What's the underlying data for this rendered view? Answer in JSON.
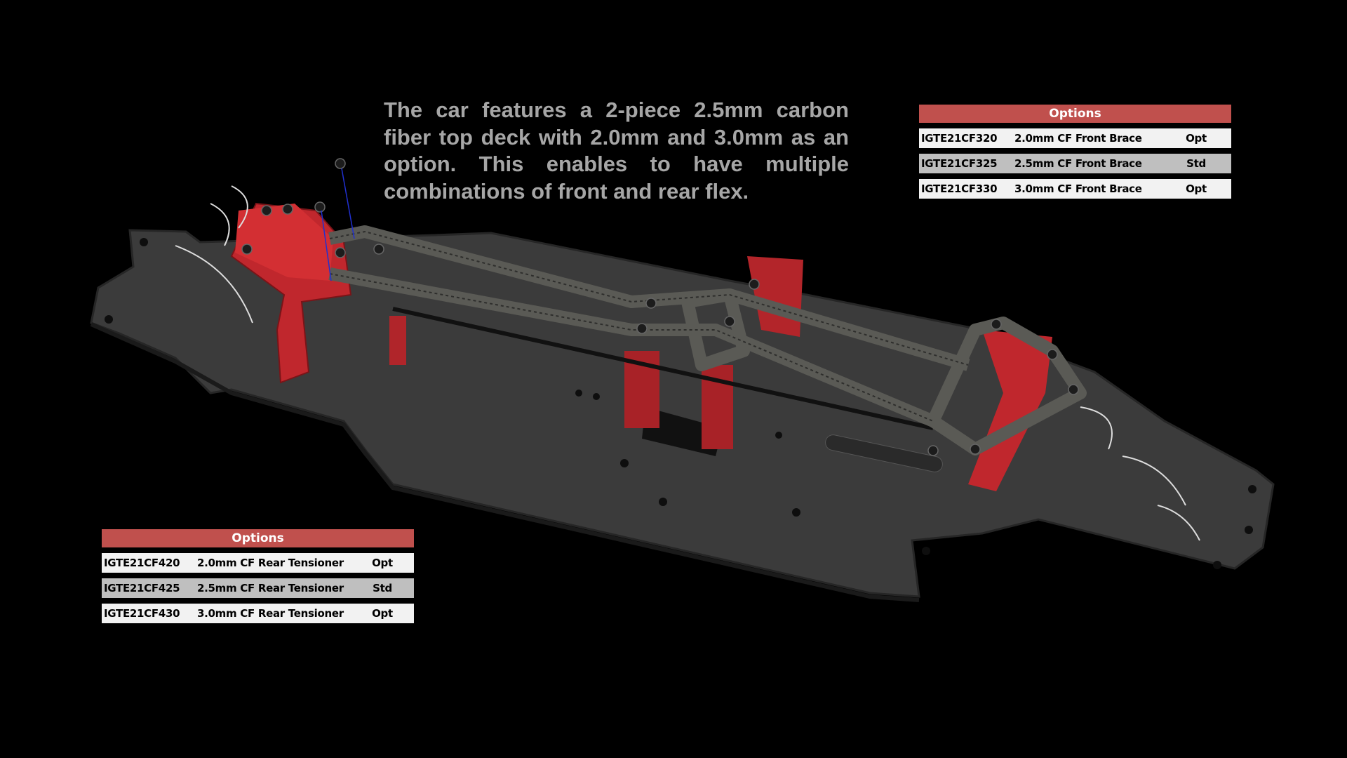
{
  "description": "The car features a 2-piece 2.5mm carbon fiber top deck with 2.0mm and 3.0mm as an option. This enables to have multiple combinations of front and rear flex.",
  "front_options": {
    "title": "Options",
    "rows": [
      {
        "part": "IGTE21CF320",
        "desc": "2.0mm CF Front Brace",
        "type": "Opt"
      },
      {
        "part": "IGTE21CF325",
        "desc": "2.5mm CF Front Brace",
        "type": "Std"
      },
      {
        "part": "IGTE21CF330",
        "desc": "3.0mm CF Front Brace",
        "type": "Opt"
      }
    ]
  },
  "rear_options": {
    "title": "Options",
    "rows": [
      {
        "part": "IGTE21CF420",
        "desc": "2.0mm CF Rear Tensioner",
        "type": "Opt"
      },
      {
        "part": "IGTE21CF425",
        "desc": "2.5mm CF Rear Tensioner",
        "type": "Std"
      },
      {
        "part": "IGTE21CF430",
        "desc": "3.0mm CF Rear Tensioner",
        "type": "Opt"
      }
    ]
  },
  "colors": {
    "header": "#c0504d",
    "chassis": "#3a3a3a",
    "aluminium_red": "#c0272d",
    "carbon": "#4a4a46"
  }
}
